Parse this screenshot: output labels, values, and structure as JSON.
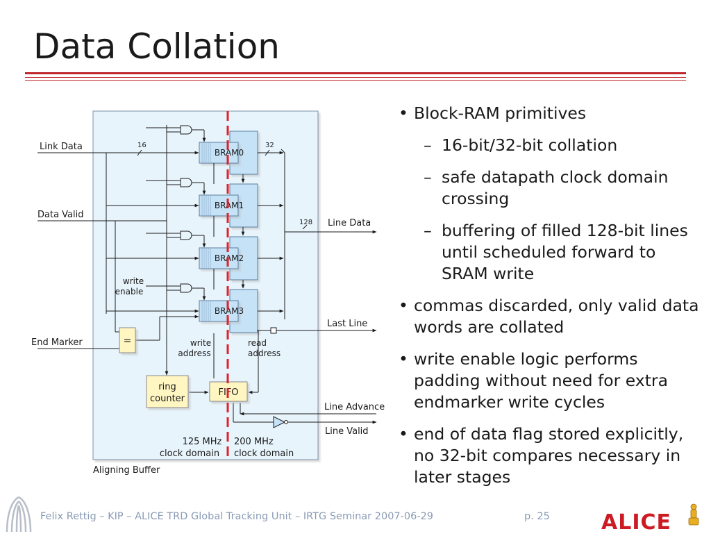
{
  "slide": {
    "title": "Data Collation",
    "footer": "Felix Rettig – KIP – ALICE TRD Global Tracking Unit – IRTG Seminar 2007-06-29",
    "page": "p. 25",
    "logo_text": "ALICE"
  },
  "bullets": [
    {
      "level": 1,
      "marker": "•",
      "text": "Block-RAM primitives"
    },
    {
      "level": 2,
      "marker": "–",
      "text": "16-bit/32-bit collation"
    },
    {
      "level": 2,
      "marker": "–",
      "text": "safe datapath clock domain crossing"
    },
    {
      "level": 2,
      "marker": "–",
      "text": "buffering of filled 128-bit lines until scheduled forward to SRAM write"
    },
    {
      "level": 1,
      "marker": "•",
      "text": "commas discarded, only valid data words are collated"
    },
    {
      "level": 1,
      "marker": "•",
      "text": "write enable logic performs padding without need for extra endmarker write cycles"
    },
    {
      "level": 1,
      "marker": "•",
      "text": "end of data flag stored explicitly, no 32-bit compares necessary in later stages"
    }
  ],
  "diagram": {
    "inputs": {
      "link_data": "Link Data",
      "data_valid": "Data Valid",
      "end_marker": "End Marker"
    },
    "outputs": {
      "line_data": "Line Data",
      "last_line": "Last Line",
      "line_advance": "Line Advance",
      "line_valid": "Line Valid"
    },
    "bus_widths": {
      "in": "16",
      "mid": "32",
      "out": "128"
    },
    "brams": [
      "BRAM0",
      "BRAM1",
      "BRAM2",
      "BRAM3"
    ],
    "write_enable": [
      "write",
      "enable"
    ],
    "compare": "=",
    "write_address": [
      "write",
      "address"
    ],
    "read_address": [
      "read",
      "address"
    ],
    "ring_counter": [
      "ring",
      "counter"
    ],
    "fifo": "FIFO",
    "clock_left": [
      "125 MHz",
      "clock domain"
    ],
    "clock_right": [
      "200 MHz",
      "clock domain"
    ],
    "caption": "Aligning Buffer",
    "colors": {
      "panel": "#e8f4fc",
      "bram": "#c5e2f6",
      "yellow": "#fff6c2",
      "divider": "#e0202a"
    }
  }
}
